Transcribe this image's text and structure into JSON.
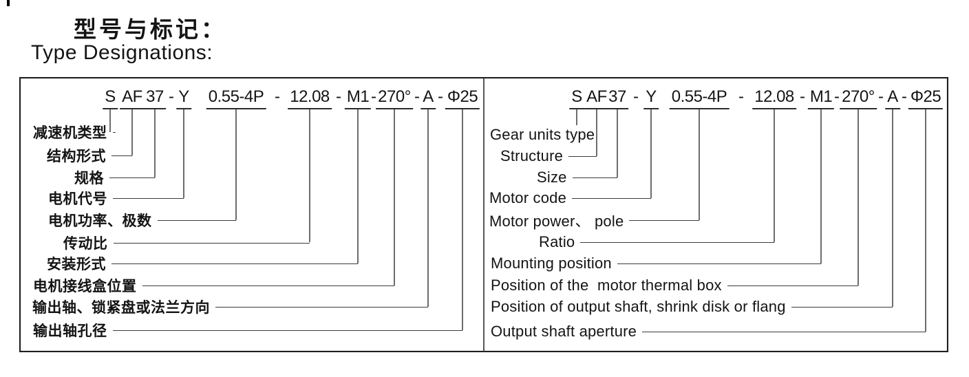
{
  "title_cn": "型号与标记：",
  "title_en": "Type Designations:",
  "code": {
    "full": "S AF37-Y 0.55-4P-12.08-M1-270°-A-Φ25",
    "separator": "-",
    "tokens": [
      "S",
      "AF",
      "37",
      "Y",
      "0.55-4P",
      "12.08",
      "M1",
      "270°",
      "A",
      "Φ25"
    ]
  },
  "panels": {
    "left": {
      "language": "Chinese",
      "labels": [
        "减速机类型",
        "结构形式",
        "规格",
        "电机代号",
        "电机功率、极数",
        "传动比",
        "安装形式",
        "电机接线盒位置",
        "输出轴、锁紧盘或法兰方向",
        "输出轴孔径"
      ]
    },
    "right": {
      "language": "English",
      "labels": [
        "Gear units type",
        "Structure",
        "Size",
        "Motor code",
        "Motor power、 pole",
        "Ratio",
        "Mounting position",
        "Position of the  motor thermal box",
        "Position of output shaft, shrink disk or flang",
        "Output shaft aperture"
      ]
    }
  }
}
